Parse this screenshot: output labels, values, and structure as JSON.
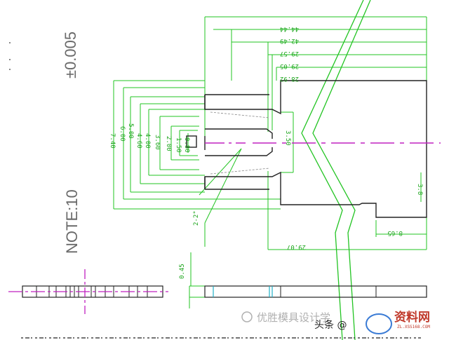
{
  "labels": {
    "tolerance": "±0.005",
    "note": "NOTE:10"
  },
  "dims": {
    "d1": "44.44",
    "d2": "42.49",
    "d3": "29.57",
    "d4": "29.05",
    "d5": "28.92",
    "d6": "7.40",
    "d7": "6.00",
    "d8": "5.00",
    "d9": "4.60",
    "d10": "4.00",
    "d11": "3.60",
    "d12": "2.00",
    "d13": "1.50",
    "d14": "0.80",
    "d15": "3.50",
    "d16": "3.8",
    "d17": "8.65",
    "d18": "29.07",
    "d19": "2-2°",
    "d20": "0.45"
  },
  "watermark": {
    "channel": "优胜模具设计学",
    "source": "头条 @",
    "site": "资料网",
    "url": "ZL.XSS168.COM"
  }
}
